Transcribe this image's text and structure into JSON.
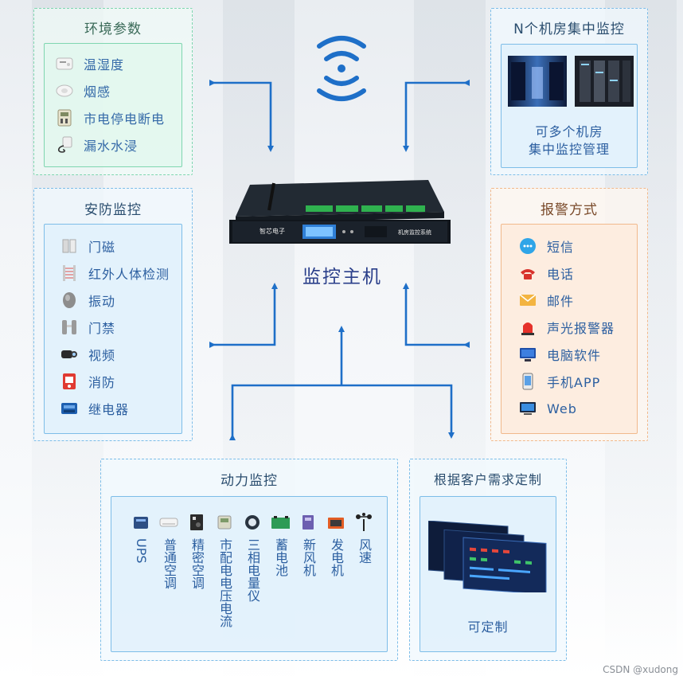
{
  "env": {
    "title": "环境参数",
    "items": [
      {
        "label": "温湿度",
        "icon": "thermo-hygro-sensor-icon"
      },
      {
        "label": "烟感",
        "icon": "smoke-detector-icon"
      },
      {
        "label": "市电停电断电",
        "icon": "power-outage-icon"
      },
      {
        "label": "漏水水浸",
        "icon": "water-leak-icon"
      }
    ]
  },
  "security": {
    "title": "安防监控",
    "items": [
      {
        "label": "门磁",
        "icon": "door-magnet-icon"
      },
      {
        "label": "红外人体检测",
        "icon": "infrared-detector-icon"
      },
      {
        "label": "振动",
        "icon": "vibration-sensor-icon"
      },
      {
        "label": "门禁",
        "icon": "access-gate-icon"
      },
      {
        "label": "视频",
        "icon": "camera-icon"
      },
      {
        "label": "消防",
        "icon": "fire-alarm-icon"
      },
      {
        "label": "继电器",
        "icon": "relay-icon"
      }
    ]
  },
  "multi": {
    "title": "N个机房集中监控",
    "caption_line1": "可多个机房",
    "caption_line2": "集中监控管理"
  },
  "alarm": {
    "title": "报警方式",
    "items": [
      {
        "label": "短信",
        "icon": "sms-icon"
      },
      {
        "label": "电话",
        "icon": "phone-icon"
      },
      {
        "label": "邮件",
        "icon": "mail-icon"
      },
      {
        "label": "声光报警器",
        "icon": "siren-icon"
      },
      {
        "label": "电脑软件",
        "icon": "pc-software-icon"
      },
      {
        "label": "手机APP",
        "icon": "mobile-app-icon"
      },
      {
        "label": "Web",
        "icon": "web-icon"
      }
    ]
  },
  "center": {
    "label": "监控主机",
    "device_brand": "智芯电子",
    "device_name": "机房监控系统"
  },
  "power": {
    "title": "动力监控",
    "items": [
      {
        "label": "UPS",
        "icon": "ups-icon"
      },
      {
        "label": "普通空调",
        "icon": "air-conditioner-icon"
      },
      {
        "label": "精密空调",
        "icon": "precision-ac-icon"
      },
      {
        "label": "市配电电压电流",
        "icon": "power-meter-icon"
      },
      {
        "label": "三相电量仪",
        "icon": "three-phase-meter-icon"
      },
      {
        "label": "蓄电池",
        "icon": "battery-icon"
      },
      {
        "label": "新风机",
        "icon": "fresh-air-icon"
      },
      {
        "label": "发电机",
        "icon": "generator-icon"
      },
      {
        "label": "风速",
        "icon": "anemometer-icon"
      }
    ]
  },
  "custom": {
    "title": "根据客户需求定制",
    "caption": "可定制"
  },
  "watermark": "CSDN @xudong",
  "colors": {
    "arrow": "#1e6fc8",
    "green_border": "#7fd6b0",
    "blue_border": "#7dbde8",
    "orange_border": "#f1b98c",
    "label_blue": "#2c5fa0"
  }
}
